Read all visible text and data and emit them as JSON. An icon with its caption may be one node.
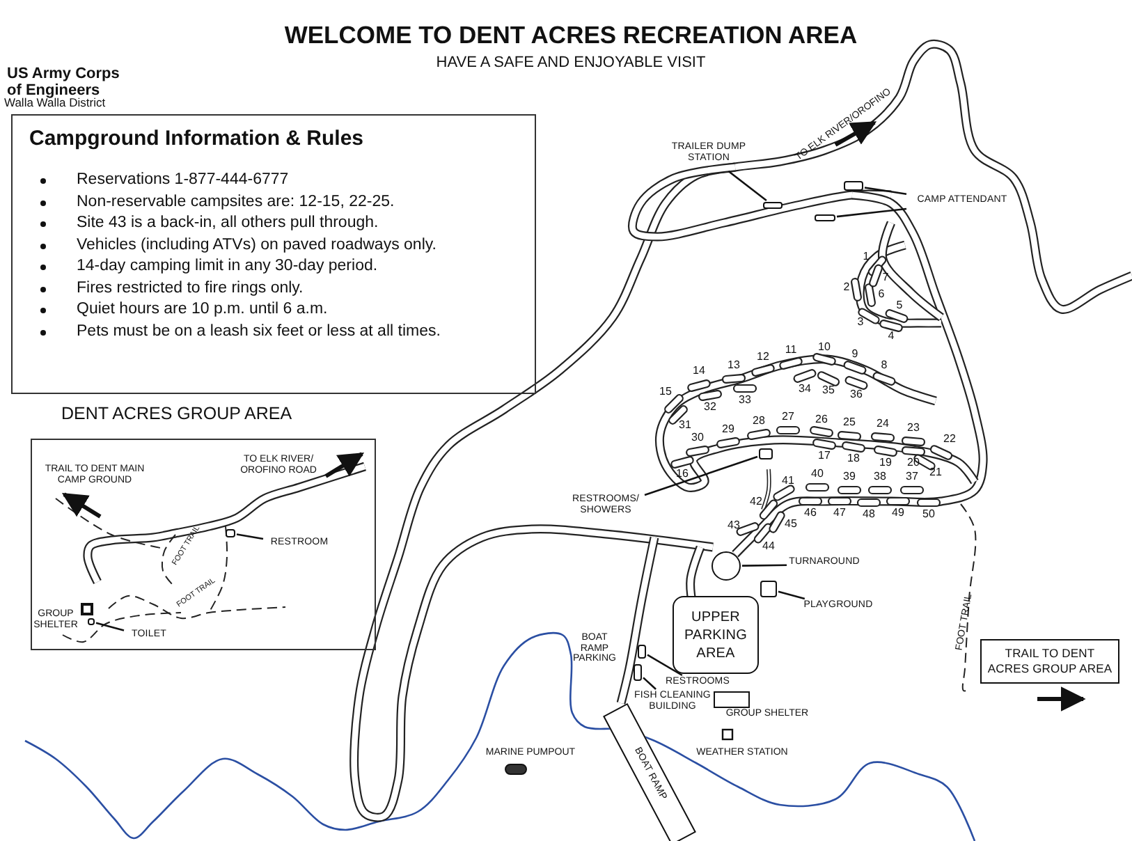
{
  "diagram": {
    "title": "WELCOME TO DENT ACRES RECREATION AREA",
    "nodes": [
      {
        "text": [
          "Campground Information & Rules",
          "Reservations 1-877-444-6777",
          "Non-reservable campsites are: 12-15, 22-25.",
          "Site 43 is a back-in, all others pull through.",
          "Vehicles (including ATVs) on paved roadways only.",
          "14-day camping limit in any 30-day period.",
          "Fires restricted to fire rings only.",
          "Quiet hours are 10 p.m. until 6 a.m.",
          "Pets must be on a leash six feet or less at all times."
        ]
      },
      {
        "text": [
          "DENT ACRES GROUP AREA"
        ]
      },
      {
        "text": [],
        "shape": "box",
        "in": 1
      },
      {
        "text": [
          "RESTROOM"
        ],
        "in": 1
      },
      {
        "text": [
          "TOILET"
        ],
        "in": 1
      },
      {
        "text": [],
        "shape": "box",
        "in": 1
      },
      {
        "text": [
          "TRAILER DUMP STATION"
        ]
      },
      {
        "text": [],
        "shape": "box"
      },
      {
        "text": [
          "CAMP ATTENDANT"
        ]
      },
      {
        "text": [],
        "shape": "box"
      },
      {
        "text": [],
        "shape": "box"
      },
      {
        "text": [
          "RESTROOMS/ SHOWERS"
        ]
      },
      {
        "text": [],
        "shape": "box"
      },
      {
        "text": [
          "TURNAROUND"
        ]
      },
      {
        "text": [],
        "shape": "circle"
      },
      {
        "text": [
          "PLAYGROUND"
        ]
      },
      {
        "text": [],
        "shape": "box"
      },
      {
        "text": [
          "UPPER PARKING AREA"
        ]
      },
      {
        "text": [
          "RESTROOMS"
        ]
      },
      {
        "text": [],
        "shape": "box"
      },
      {
        "text": [
          "FISH CLEANING BUILDING"
        ]
      },
      {
        "text": [],
        "shape": "box"
      },
      {
        "text": [
          "BOAT RAMP"
        ]
      },
      {
        "text": [
          "TRAIL TO DENT ACRES GROUP AREA"
        ]
      }
    ],
    "edges": [
      {
        "from": 3,
        "to": 2,
        "arrow": "none"
      },
      {
        "from": 4,
        "to": 5,
        "arrow": "none"
      },
      {
        "from": 6,
        "to": 7,
        "arrow": "none"
      },
      {
        "from": 8,
        "to": 9,
        "arrow": "none"
      },
      {
        "from": 8,
        "to": 10,
        "arrow": "none"
      },
      {
        "from": 11,
        "to": 12,
        "arrow": "none"
      },
      {
        "from": 13,
        "to": 14,
        "arrow": "none"
      },
      {
        "from": 15,
        "to": 16,
        "arrow": "none"
      },
      {
        "from": 18,
        "to": 19,
        "arrow": "none"
      },
      {
        "from": 20,
        "to": 21,
        "arrow": "none"
      }
    ],
    "labels": [
      "US Army Corps of Engineers",
      "Walla Walla District",
      "HAVE A SAFE AND ENJOYABLE VISIT",
      "TO ELK RIVER/OROFINO",
      "TRAIL TO DENT MAIN CAMP GROUND",
      "TO ELK RIVER/ OROFINO ROAD",
      "FOOT TRAIL",
      "FOOT TRAIL",
      "GROUP SHELTER",
      "1",
      "2",
      "3",
      "4",
      "5",
      "6",
      "7",
      "8",
      "9",
      "10",
      "11",
      "12",
      "13",
      "14",
      "15",
      "16",
      "17",
      "18",
      "19",
      "20",
      "21",
      "22",
      "23",
      "24",
      "25",
      "26",
      "27",
      "28",
      "29",
      "30",
      "31",
      "32",
      "33",
      "34",
      "35",
      "36",
      "37",
      "38",
      "39",
      "40",
      "41",
      "42",
      "43",
      "44",
      "45",
      "46",
      "47",
      "48",
      "49",
      "50",
      "BOAT RAMP PARKING",
      "GROUP SHELTER",
      "WEATHER STATION",
      "MARINE PUMPOUT",
      "FOOT TRAIL"
    ]
  }
}
